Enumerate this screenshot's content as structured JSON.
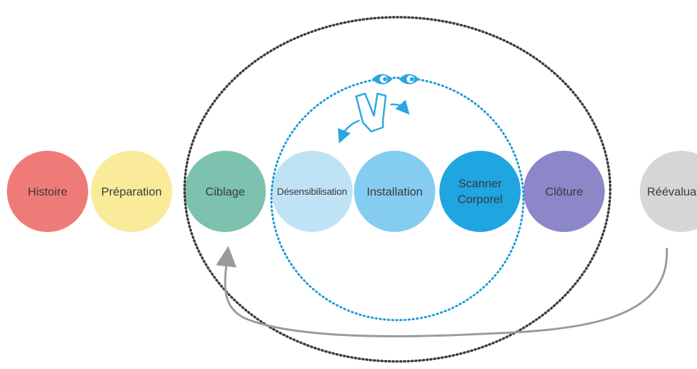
{
  "phases": [
    {
      "label": "Histoire",
      "color": "#ee7b77"
    },
    {
      "label": "Préparation",
      "color": "#f9eb9a"
    },
    {
      "label": "Ciblage",
      "color": "#7cc2ae"
    },
    {
      "label": "Désensibilisation",
      "color": "#bfe3f5"
    },
    {
      "label": "Installation",
      "color": "#84cdf1"
    },
    {
      "label": "Scanner\nCorporel",
      "color": "#1fa5df"
    },
    {
      "label": "Clôture",
      "color": "#8c87c8"
    },
    {
      "label": "Réévaluation",
      "color": "#d6d6d6"
    }
  ],
  "colors": {
    "outer_ring": "#3c3c3c",
    "inner_ring": "#1a9ad6",
    "icons": "#2aa6e0",
    "return_arrow": "#9a9a9a"
  },
  "icons": [
    "eyes-icon",
    "two-fingers-icon",
    "bilateral-arrows-icon"
  ]
}
